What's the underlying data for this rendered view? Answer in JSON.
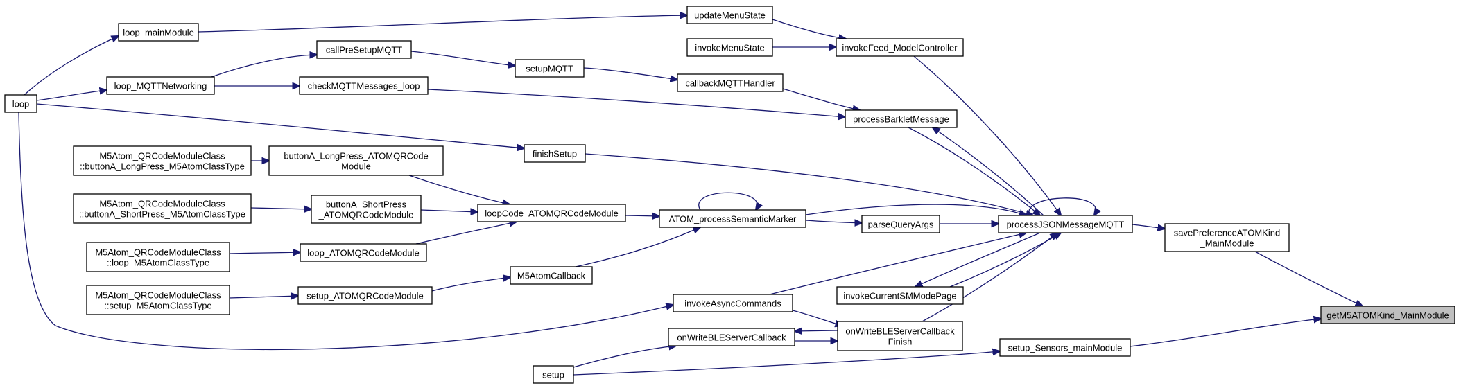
{
  "graph": {
    "edge_color": "#191970",
    "focus_fill": "#bfbfbf",
    "nodes": [
      {
        "id": "loop",
        "lines": [
          "loop"
        ]
      },
      {
        "id": "loop_mainModule",
        "lines": [
          "loop_mainModule"
        ]
      },
      {
        "id": "updateMenuState",
        "lines": [
          "updateMenuState"
        ]
      },
      {
        "id": "invokeMenuState",
        "lines": [
          "invokeMenuState"
        ]
      },
      {
        "id": "invokeFeed_ModelController",
        "lines": [
          "invokeFeed_ModelController"
        ]
      },
      {
        "id": "callPreSetupMQTT",
        "lines": [
          "callPreSetupMQTT"
        ]
      },
      {
        "id": "loop_MQTTNetworking",
        "lines": [
          "loop_MQTTNetworking"
        ]
      },
      {
        "id": "setupMQTT",
        "lines": [
          "setupMQTT"
        ]
      },
      {
        "id": "checkMQTTMessages_loop",
        "lines": [
          "checkMQTTMessages_loop"
        ]
      },
      {
        "id": "callbackMQTTHandler",
        "lines": [
          "callbackMQTTHandler"
        ]
      },
      {
        "id": "processBarkletMessage",
        "lines": [
          "processBarkletMessage"
        ]
      },
      {
        "id": "finishSetup",
        "lines": [
          "finishSetup"
        ]
      },
      {
        "id": "M5LongClass",
        "lines": [
          "M5Atom_QRCodeModuleClass",
          "::buttonA_LongPress_M5AtomClassType"
        ]
      },
      {
        "id": "buttonA_LongPress_ATOMQRCodeModule",
        "lines": [
          "buttonA_LongPress_ATOMQRCode",
          "Module"
        ]
      },
      {
        "id": "M5ShortClass",
        "lines": [
          "M5Atom_QRCodeModuleClass",
          "::buttonA_ShortPress_M5AtomClassType"
        ]
      },
      {
        "id": "buttonA_ShortPress_ATOMQRCodeModule",
        "lines": [
          "buttonA_ShortPress",
          "_ATOMQRCodeModule"
        ]
      },
      {
        "id": "loopCode_ATOMQRCodeModule",
        "lines": [
          "loopCode_ATOMQRCodeModule"
        ]
      },
      {
        "id": "ATOM_processSemanticMarker",
        "lines": [
          "ATOM_processSemanticMarker"
        ]
      },
      {
        "id": "parseQueryArgs",
        "lines": [
          "parseQueryArgs"
        ]
      },
      {
        "id": "processJSONMessageMQTT",
        "lines": [
          "processJSONMessageMQTT"
        ]
      },
      {
        "id": "savePreferenceATOMKind_MainModule",
        "lines": [
          "savePreferenceATOMKind",
          "_MainModule"
        ]
      },
      {
        "id": "M5LoopClass",
        "lines": [
          "M5Atom_QRCodeModuleClass",
          "::loop_M5AtomClassType"
        ]
      },
      {
        "id": "loop_ATOMQRCodeModule",
        "lines": [
          "loop_ATOMQRCodeModule"
        ]
      },
      {
        "id": "M5AtomCallback",
        "lines": [
          "M5AtomCallback"
        ]
      },
      {
        "id": "M5SetupClass",
        "lines": [
          "M5Atom_QRCodeModuleClass",
          "::setup_M5AtomClassType"
        ]
      },
      {
        "id": "setup_ATOMQRCodeModule",
        "lines": [
          "setup_ATOMQRCodeModule"
        ]
      },
      {
        "id": "invokeCurrentSMModePage",
        "lines": [
          "invokeCurrentSMModePage"
        ]
      },
      {
        "id": "invokeAsyncCommands",
        "lines": [
          "invokeAsyncCommands"
        ]
      },
      {
        "id": "getM5ATOMKind_MainModule",
        "lines": [
          "getM5ATOMKind_MainModule"
        ],
        "focus": true
      },
      {
        "id": "onWriteBLEServerCallback",
        "lines": [
          "onWriteBLEServerCallback"
        ]
      },
      {
        "id": "onWriteBLEServerCallbackFinish",
        "lines": [
          "onWriteBLEServerCallback",
          "Finish"
        ]
      },
      {
        "id": "setup_Sensors_mainModule",
        "lines": [
          "setup_Sensors_mainModule"
        ]
      },
      {
        "id": "setup",
        "lines": [
          "setup"
        ]
      }
    ],
    "edges": [
      {
        "from": "loop",
        "to": "loop_mainModule"
      },
      {
        "from": "loop_mainModule",
        "to": "updateMenuState"
      },
      {
        "from": "updateMenuState",
        "to": "invokeFeed_ModelController"
      },
      {
        "from": "invokeMenuState",
        "to": "invokeFeed_ModelController"
      },
      {
        "from": "invokeFeed_ModelController",
        "to": "processJSONMessageMQTT"
      },
      {
        "from": "loop",
        "to": "loop_MQTTNetworking"
      },
      {
        "from": "loop_MQTTNetworking",
        "to": "callPreSetupMQTT"
      },
      {
        "from": "callPreSetupMQTT",
        "to": "setupMQTT"
      },
      {
        "from": "setupMQTT",
        "to": "callbackMQTTHandler"
      },
      {
        "from": "callbackMQTTHandler",
        "to": "processBarkletMessage"
      },
      {
        "from": "loop_MQTTNetworking",
        "to": "checkMQTTMessages_loop"
      },
      {
        "from": "checkMQTTMessages_loop",
        "to": "processBarkletMessage"
      },
      {
        "from": "processBarkletMessage",
        "to": "processJSONMessageMQTT"
      },
      {
        "from": "processJSONMessageMQTT",
        "to": "processBarkletMessage"
      },
      {
        "from": "loop",
        "to": "finishSetup"
      },
      {
        "from": "finishSetup",
        "to": "processJSONMessageMQTT"
      },
      {
        "from": "processJSONMessageMQTT",
        "to": "processJSONMessageMQTT"
      },
      {
        "from": "M5LongClass",
        "to": "buttonA_LongPress_ATOMQRCodeModule"
      },
      {
        "from": "buttonA_LongPress_ATOMQRCodeModule",
        "to": "loopCode_ATOMQRCodeModule"
      },
      {
        "from": "M5ShortClass",
        "to": "buttonA_ShortPress_ATOMQRCodeModule"
      },
      {
        "from": "buttonA_ShortPress_ATOMQRCodeModule",
        "to": "loopCode_ATOMQRCodeModule"
      },
      {
        "from": "M5LoopClass",
        "to": "loop_ATOMQRCodeModule"
      },
      {
        "from": "loop_ATOMQRCodeModule",
        "to": "loopCode_ATOMQRCodeModule"
      },
      {
        "from": "loopCode_ATOMQRCodeModule",
        "to": "ATOM_processSemanticMarker"
      },
      {
        "from": "ATOM_processSemanticMarker",
        "to": "ATOM_processSemanticMarker"
      },
      {
        "from": "ATOM_processSemanticMarker",
        "to": "processJSONMessageMQTT"
      },
      {
        "from": "ATOM_processSemanticMarker",
        "to": "parseQueryArgs"
      },
      {
        "from": "parseQueryArgs",
        "to": "processJSONMessageMQTT"
      },
      {
        "from": "M5SetupClass",
        "to": "setup_ATOMQRCodeModule"
      },
      {
        "from": "setup_ATOMQRCodeModule",
        "to": "M5AtomCallback"
      },
      {
        "from": "M5AtomCallback",
        "to": "ATOM_processSemanticMarker"
      },
      {
        "from": "processJSONMessageMQTT",
        "to": "savePreferenceATOMKind_MainModule"
      },
      {
        "from": "savePreferenceATOMKind_MainModule",
        "to": "getM5ATOMKind_MainModule"
      },
      {
        "from": "processJSONMessageMQTT",
        "to": "invokeCurrentSMModePage"
      },
      {
        "from": "invokeCurrentSMModePage",
        "to": "processJSONMessageMQTT"
      },
      {
        "from": "invokeAsyncCommands",
        "to": "processJSONMessageMQTT"
      },
      {
        "from": "loop",
        "to": "invokeAsyncCommands"
      },
      {
        "from": "invokeAsyncCommands",
        "to": "onWriteBLEServerCallbackFinish"
      },
      {
        "from": "onWriteBLEServerCallbackFinish",
        "to": "processJSONMessageMQTT"
      },
      {
        "from": "onWriteBLEServerCallbackFinish",
        "to": "onWriteBLEServerCallback"
      },
      {
        "from": "onWriteBLEServerCallback",
        "to": "onWriteBLEServerCallbackFinish"
      },
      {
        "from": "setup",
        "to": "onWriteBLEServerCallback"
      },
      {
        "from": "setup",
        "to": "setup_Sensors_mainModule"
      },
      {
        "from": "setup_Sensors_mainModule",
        "to": "getM5ATOMKind_MainModule"
      }
    ]
  }
}
